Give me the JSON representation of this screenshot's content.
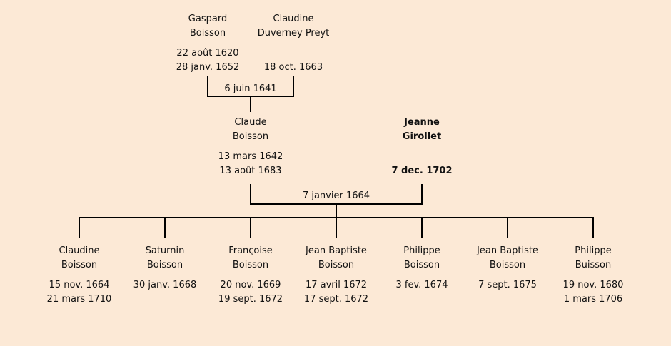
{
  "grandparents": {
    "father": {
      "first": "Gaspard",
      "last": "Boisson",
      "birth": "22 août 1620",
      "death": "28 janv. 1652"
    },
    "mother": {
      "first": "Claudine",
      "last": "Duverney Preyt",
      "birth": "",
      "death": "18 oct. 1663"
    },
    "marriage": "6 juin 1641"
  },
  "parents": {
    "father": {
      "first": "Claude",
      "last": "Boisson",
      "birth": "13 mars 1642",
      "death": "13 août 1683"
    },
    "mother": {
      "first": "Jeanne",
      "last": "Girollet",
      "birth": "",
      "death": "7 dec. 1702"
    },
    "marriage": "7 janvier 1664"
  },
  "children": [
    {
      "first": "Claudine",
      "last": "Boisson",
      "birth": "15 nov. 1664",
      "death": "21 mars 1710"
    },
    {
      "first": "Saturnin",
      "last": "Boisson",
      "birth": "30 janv. 1668",
      "death": ""
    },
    {
      "first": "Françoise",
      "last": "Boisson",
      "birth": "20 nov. 1669",
      "death": "19 sept. 1672"
    },
    {
      "first": "Jean Baptiste",
      "last": "Boisson",
      "birth": "17 avril 1672",
      "death": "17 sept. 1672"
    },
    {
      "first": "Philippe",
      "last": "Boisson",
      "birth": "3 fev. 1674",
      "death": ""
    },
    {
      "first": "Jean Baptiste",
      "last": "Boisson",
      "birth": "7 sept. 1675",
      "death": ""
    },
    {
      "first": "Philippe",
      "last": "Buisson",
      "birth": "19 nov. 1680",
      "death": "1 mars 1706"
    }
  ]
}
